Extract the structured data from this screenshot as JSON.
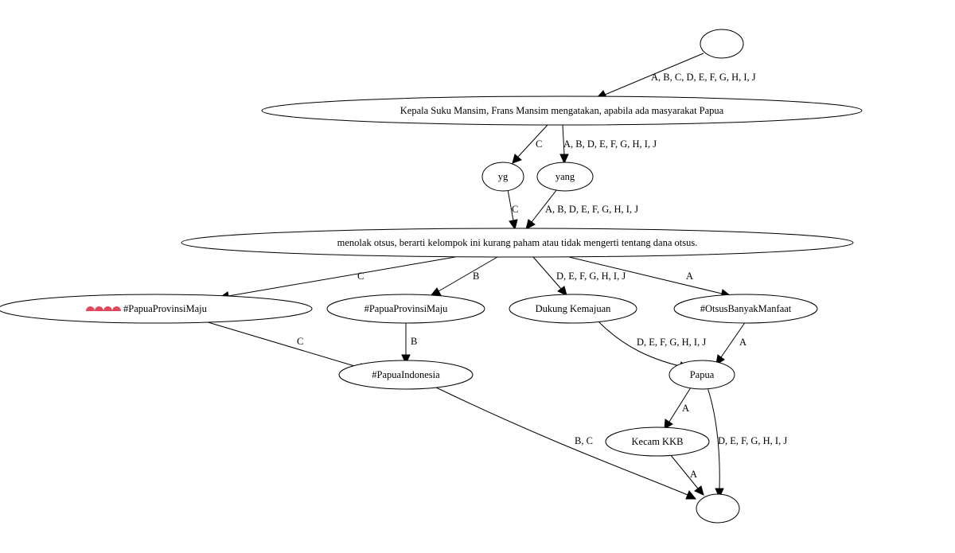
{
  "nodes": {
    "start": {
      "label": ""
    },
    "kepala": {
      "label": "Kepala Suku Mansim, Frans Mansim mengatakan, apabila ada masyarakat Papua"
    },
    "yg": {
      "label": "yg"
    },
    "yang": {
      "label": "yang"
    },
    "menolak": {
      "label": "menolak otsus, berarti kelompok ini kurang paham atau tidak mengerti tentang dana otsus."
    },
    "ppm_emoji": {
      "label": "#PapuaProvinsiMaju",
      "emoji_color": "#e0475a"
    },
    "ppm": {
      "label": "#PapuaProvinsiMaju"
    },
    "dukung": {
      "label": "Dukung Kemajuan"
    },
    "otsus": {
      "label": "#OtsusBanyakManfaat"
    },
    "papuaindonesia": {
      "label": "#PapuaIndonesia"
    },
    "papua": {
      "label": "Papua"
    },
    "kecam": {
      "label": "Kecam KKB"
    },
    "end": {
      "label": ""
    }
  },
  "edges": {
    "start_kepala": {
      "label": "A, B, C, D, E, F, G, H, I, J"
    },
    "kepala_yg": {
      "label": "C"
    },
    "kepala_yang": {
      "label": "A, B, D, E, F, G, H, I, J"
    },
    "yg_menolak": {
      "label": "C"
    },
    "yang_menolak": {
      "label": "A, B, D, E, F, G, H, I, J"
    },
    "menolak_ppmemoji": {
      "label": "C"
    },
    "menolak_ppm": {
      "label": "B"
    },
    "menolak_dukung": {
      "label": "D, E, F, G, H, I, J"
    },
    "menolak_otsus": {
      "label": "A"
    },
    "ppmemoji_papuaindonesia": {
      "label": "C"
    },
    "ppm_papuaindonesia": {
      "label": "B"
    },
    "dukung_papua": {
      "label": "D, E, F, G, H, I, J"
    },
    "otsus_papua": {
      "label": "A"
    },
    "papuaindonesia_end": {
      "label": "B, C"
    },
    "papua_kecam": {
      "label": "A"
    },
    "papua_end": {
      "label": "D, E, F, G, H, I, J"
    },
    "kecam_end": {
      "label": "A"
    }
  }
}
